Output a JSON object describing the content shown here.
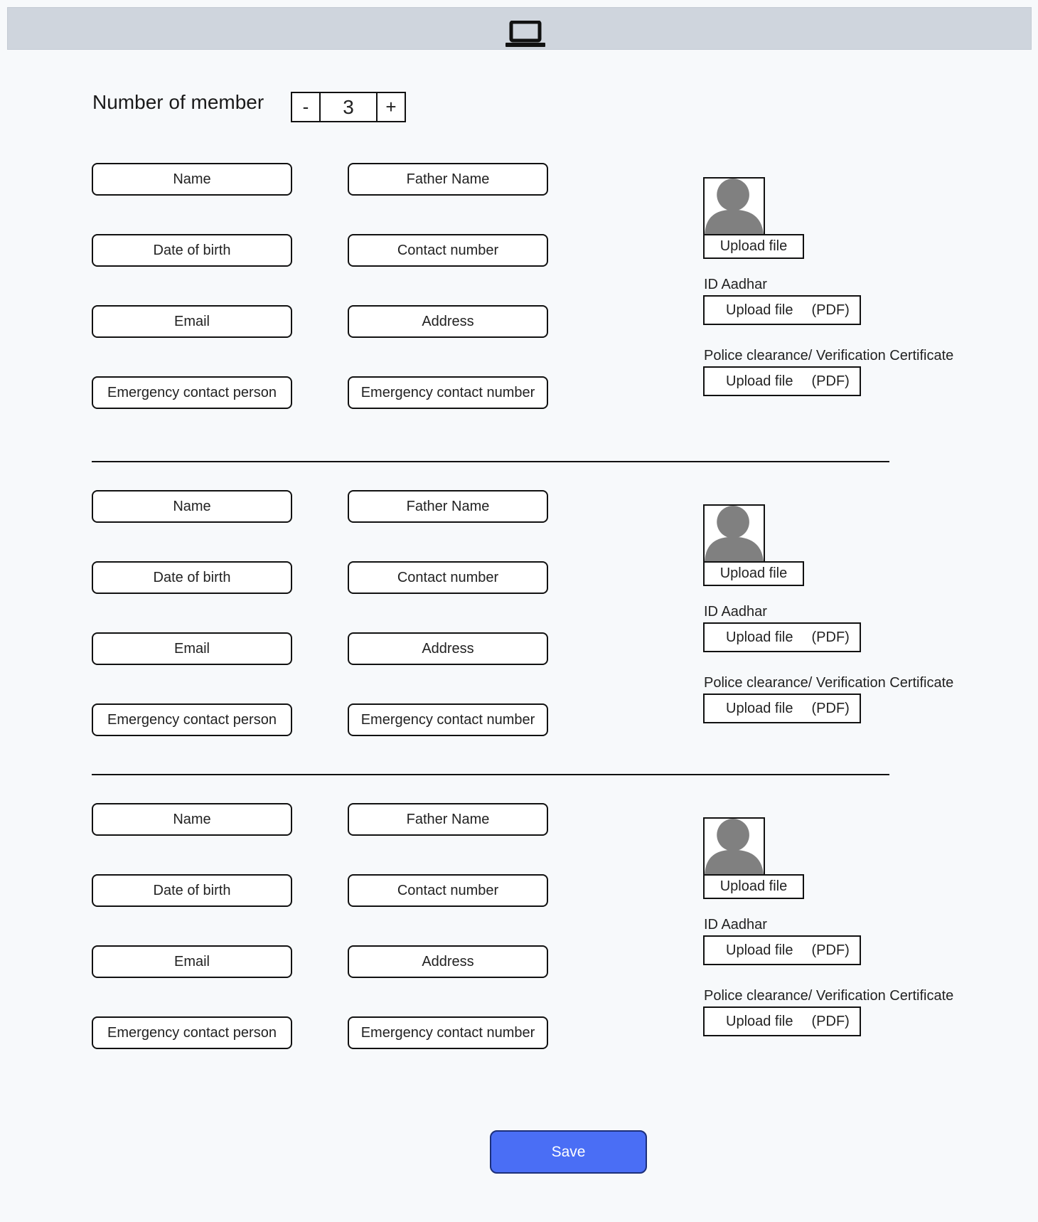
{
  "colors": {
    "header_bg": "#cfd5dd",
    "page_bg": "#f7f9fb",
    "save_bg": "#4a6ef5"
  },
  "header": {
    "icon": "laptop-icon"
  },
  "counter": {
    "label": "Number of member",
    "minus": "-",
    "value": "3",
    "plus": "+"
  },
  "members": [
    {
      "name": "Name",
      "father_name": "Father Name",
      "dob": "Date of birth",
      "contact": "Contact number",
      "email": "Email",
      "address": "Address",
      "emergency_person": "Emergency contact person",
      "emergency_number": "Emergency contact number",
      "photo_upload": "Upload file",
      "aadhar_label": "ID Aadhar",
      "aadhar_upload": "Upload file",
      "aadhar_hint": "(PDF)",
      "police_label": "Police clearance/ Verification Certificate",
      "police_upload": "Upload file",
      "police_hint": "(PDF)"
    },
    {
      "name": "Name",
      "father_name": "Father Name",
      "dob": "Date of birth",
      "contact": "Contact number",
      "email": "Email",
      "address": "Address",
      "emergency_person": "Emergency contact person",
      "emergency_number": "Emergency contact number",
      "photo_upload": "Upload file",
      "aadhar_label": "ID Aadhar",
      "aadhar_upload": "Upload file",
      "aadhar_hint": "(PDF)",
      "police_label": "Police clearance/ Verification Certificate",
      "police_upload": "Upload file",
      "police_hint": "(PDF)"
    },
    {
      "name": "Name",
      "father_name": "Father Name",
      "dob": "Date of birth",
      "contact": "Contact number",
      "email": "Email",
      "address": "Address",
      "emergency_person": "Emergency contact person",
      "emergency_number": "Emergency contact number",
      "photo_upload": "Upload file",
      "aadhar_label": "ID Aadhar",
      "aadhar_upload": "Upload file",
      "aadhar_hint": "(PDF)",
      "police_label": "Police clearance/ Verification Certificate",
      "police_upload": "Upload file",
      "police_hint": "(PDF)"
    }
  ],
  "save_label": "Save"
}
